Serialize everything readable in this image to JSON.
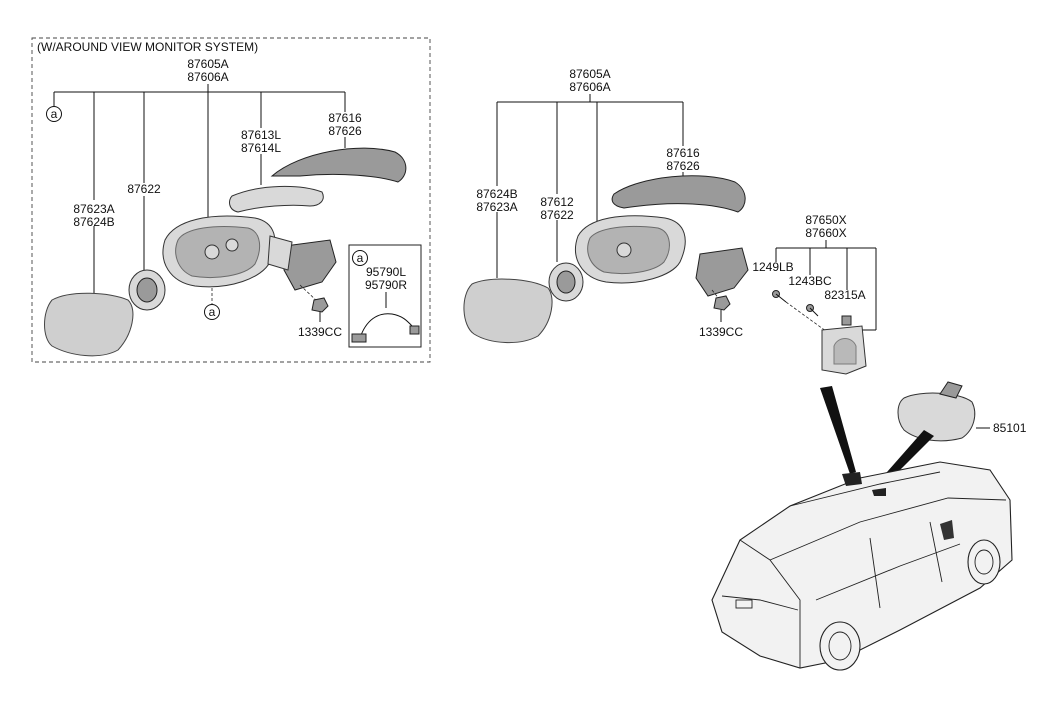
{
  "left_panel": {
    "title": "(W/AROUND VIEW MONITOR SYSTEM)",
    "assembly": [
      "87605A",
      "87606A"
    ],
    "ref_marker": "a",
    "glass": [
      "87623A",
      "87624B"
    ],
    "actuator": "87622",
    "cover_strip": [
      "87613L",
      "87614L"
    ],
    "scalp": [
      "87616",
      "87626"
    ],
    "nut": "1339CC",
    "detail_box": {
      "marker": "a",
      "harness": [
        "95790L",
        "95790R"
      ]
    }
  },
  "right_panel": {
    "assembly": [
      "87605A",
      "87606A"
    ],
    "glass": [
      "87624B",
      "87623A"
    ],
    "actuator": [
      "87612",
      "87622"
    ],
    "scalp": [
      "87616",
      "87626"
    ],
    "nut": "1339CC",
    "cover_assy": [
      "87650X",
      "87660X"
    ],
    "screw_1": "1249LB",
    "screw_2": "1243BC",
    "clip": "82315A",
    "inside_mirror": "85101"
  }
}
